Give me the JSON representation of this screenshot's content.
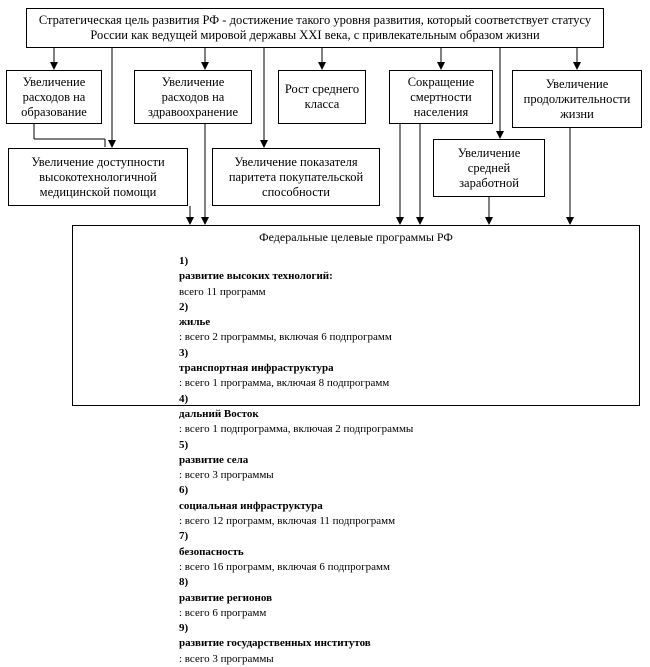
{
  "goal": "Стратегическая цель развития РФ - достижение такого уровня развития, который соответствует статусу России как ведущей мировой державы XXI века, с привлекательным образом жизни",
  "top_boxes": [
    "Увеличение расходов на образование",
    "Увеличение расходов на здравоохранение",
    "Рост среднего класса",
    "Сокращение смертности населения",
    "Увеличение продолжительности жизни"
  ],
  "mid_boxes": [
    "Увеличение доступности высокотехнологичной медицинской помощи",
    "Увеличение показателя паритета покупательской способности",
    "Увеличение средней заработной"
  ],
  "programs": {
    "title": "Федеральные целевые программы РФ",
    "items": [
      {
        "num": "1)",
        "name": "развитие высоких технологий:",
        "detail": " всего 11 программ"
      },
      {
        "num": "2)",
        "name": "жилье",
        "detail": ": всего 2 программы, включая 6 подпрограмм"
      },
      {
        "num": "3)",
        "name": "транспортная инфраструктура",
        "detail": ": всего 1 программа, включая 8 подпрограмм"
      },
      {
        "num": "4)",
        "name": "дальний Восток",
        "detail": ": всего 1 подпрограмма, включая 2 подпрограммы"
      },
      {
        "num": "5)",
        "name": "развитие села",
        "detail": ": всего 3 программы"
      },
      {
        "num": "6)",
        "name": "социальная инфраструктура",
        "detail": ": всего 12 программ, включая 11 подпрограмм"
      },
      {
        "num": "7)",
        "name": "безопасность",
        "detail": ": всего 16 программ, включая 6 подпрограмм"
      },
      {
        "num": "8)",
        "name": "развитие регионов",
        "detail": ": всего 6 программ"
      },
      {
        "num": "9)",
        "name": "развитие государственных институтов",
        "detail": ": всего 3 программы"
      }
    ]
  }
}
